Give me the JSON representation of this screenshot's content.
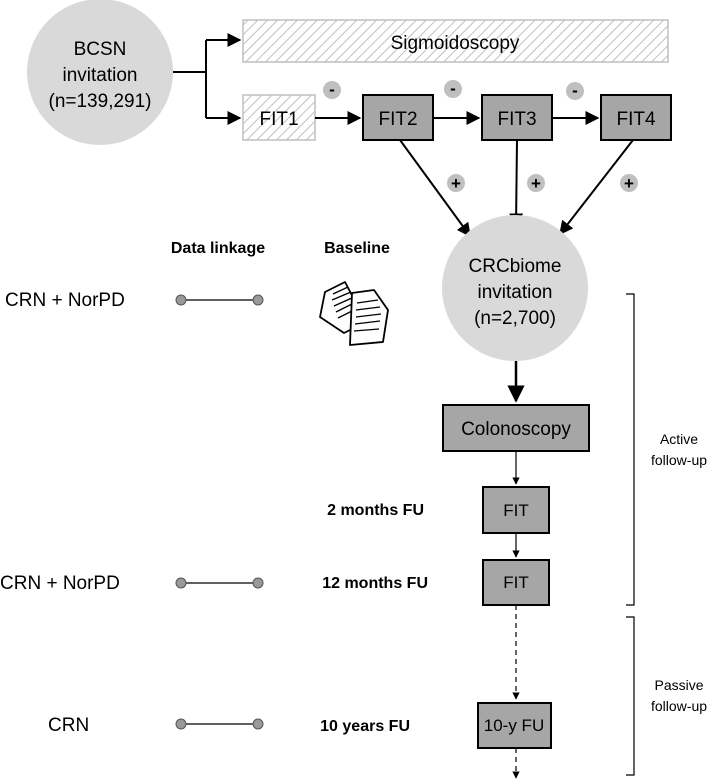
{
  "colors": {
    "circle_fill": "#d9d9d9",
    "box_fill": "#a6a6a6",
    "hatch": "#bfbfbf",
    "stroke": "#000000",
    "badge_fill": "#bfbfbf",
    "dot_fill": "#999999",
    "bracket": "#000000"
  },
  "bcsn": {
    "line1": "BCSN",
    "line2": "invitation",
    "line3": "(n=139,291)"
  },
  "sigmoidoscopy": "Sigmoidoscopy",
  "fit_boxes": [
    "FIT1",
    "FIT2",
    "FIT3",
    "FIT4"
  ],
  "signs": {
    "negative": "-",
    "positive": "+"
  },
  "headers": {
    "data_linkage": "Data linkage",
    "baseline": "Baseline"
  },
  "crcbiome": {
    "line1": "CRCbiome",
    "line2": "invitation",
    "line3": "(n=2,700)"
  },
  "colonoscopy": "Colonoscopy",
  "followups": [
    {
      "label": "2 months FU",
      "box": "FIT",
      "linkage": ""
    },
    {
      "label": "12 months FU",
      "box": "FIT",
      "linkage": "CRN + NorPD"
    },
    {
      "label": "10 years FU",
      "box": "10-y FU",
      "linkage": "CRN"
    }
  ],
  "baseline_linkage": "CRN + NorPD",
  "brackets": {
    "active": [
      "Active",
      "follow-up"
    ],
    "passive": [
      "Passive",
      "follow-up"
    ]
  },
  "icons": {
    "documents": "documents-icon",
    "linkage": "linkage-connector-icon"
  }
}
